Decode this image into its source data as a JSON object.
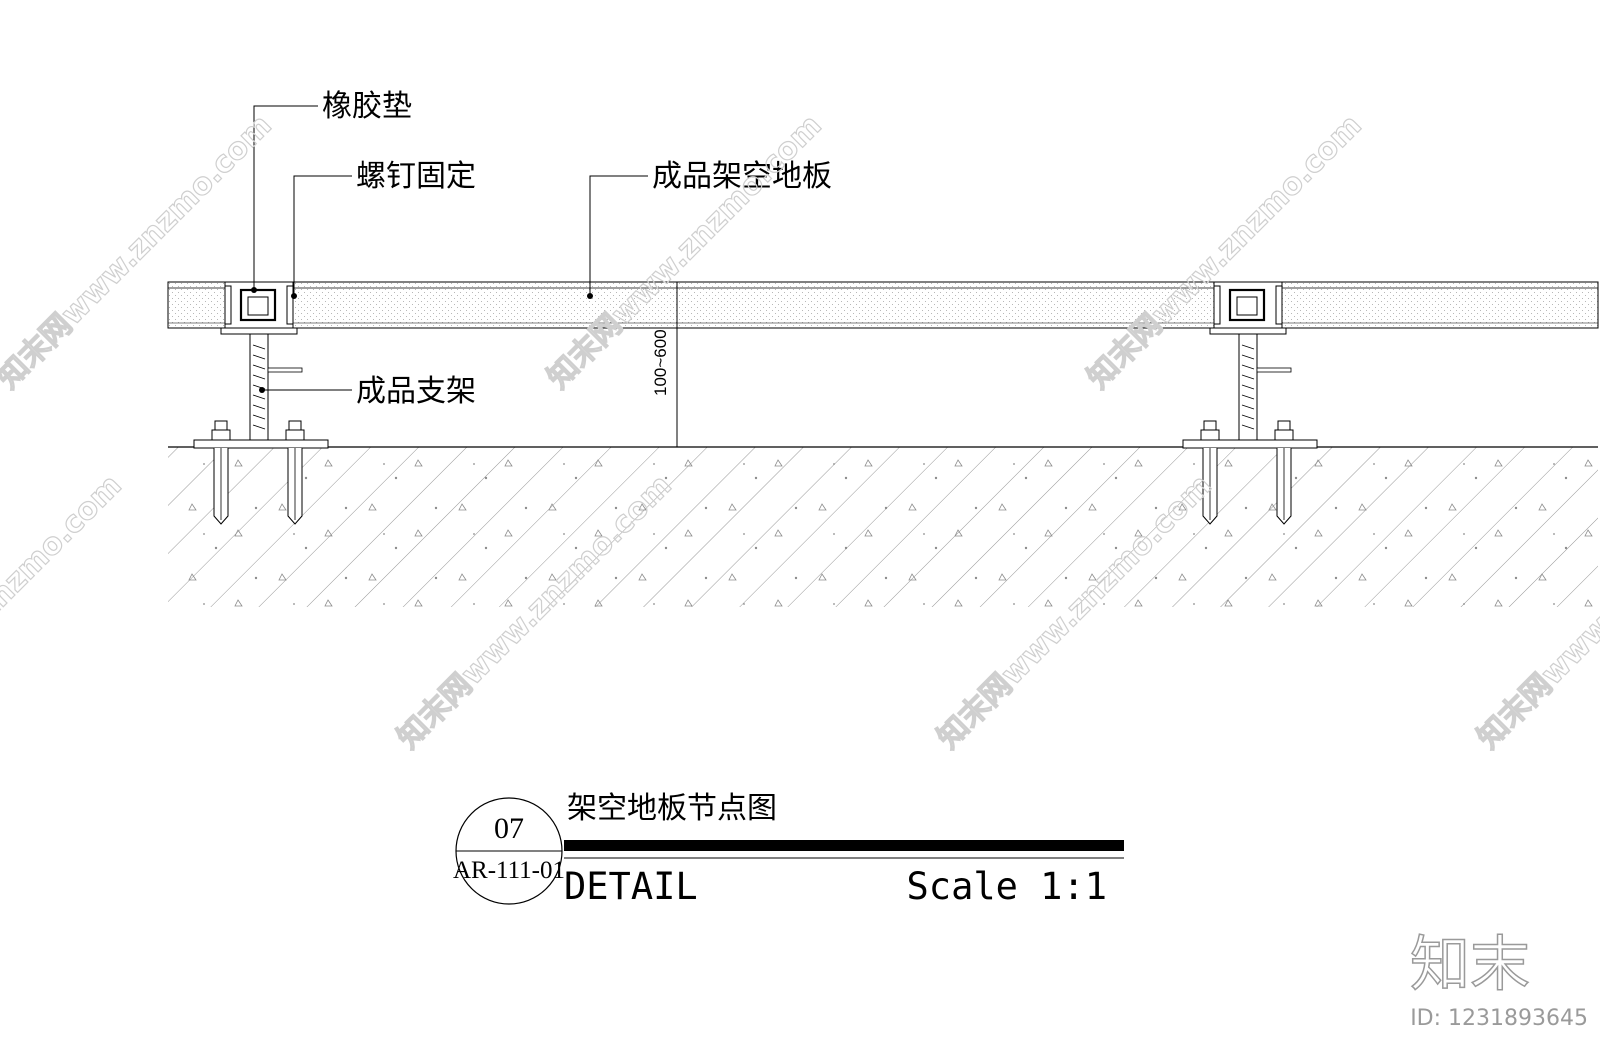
{
  "labels": {
    "rubber_pad": "橡胶垫",
    "screw_fix": "螺钉固定",
    "raised_floor": "成品架空地板",
    "support": "成品支架",
    "dimension": "100~600"
  },
  "title_block": {
    "number": "07",
    "sheet": "AR-111-01",
    "title": "架空地板节点图",
    "detail": "DETAIL",
    "scale": "Scale 1:1"
  },
  "watermark": {
    "text": "知末网www.znzmo.com",
    "brand": "知末",
    "id": "ID: 1231893645"
  },
  "colors": {
    "line": "#000000",
    "hatch": "#9a9a9a",
    "watermark": "#cfcfcf"
  }
}
